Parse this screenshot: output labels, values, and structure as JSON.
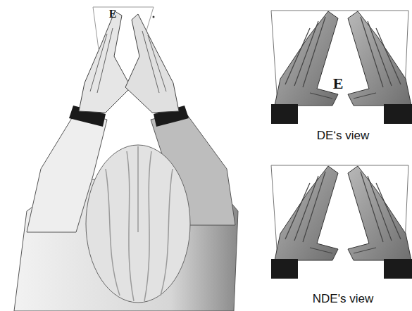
{
  "diagram": {
    "labels": [
      "E",
      "E",
      "DE‘s view",
      "NDE's view"
    ]
  }
}
